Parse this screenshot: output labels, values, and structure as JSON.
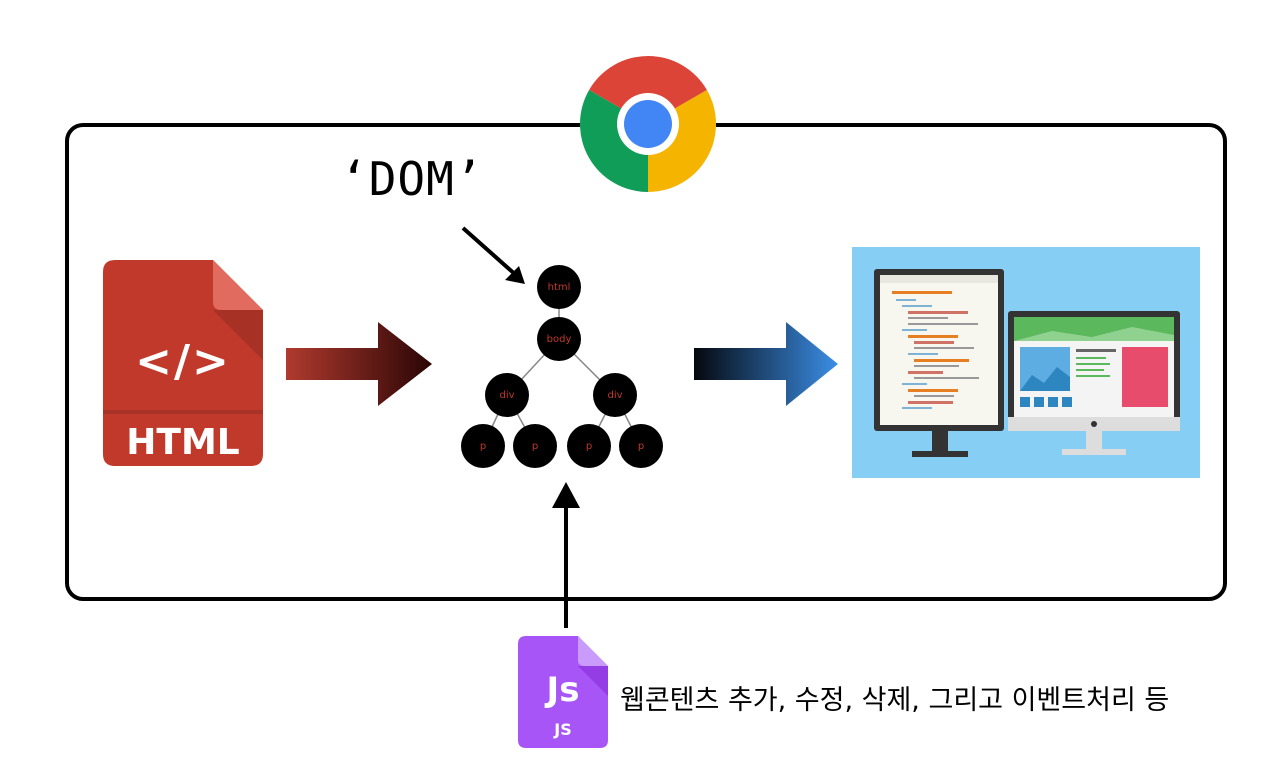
{
  "dom_label": "‘DOM’",
  "html_icon": {
    "glyph": "</>",
    "label": "HTML",
    "color": "#c0392b",
    "dark": "#a93226"
  },
  "dom_tree": {
    "root": "html",
    "body": "body",
    "divs": [
      "div",
      "div"
    ],
    "paragraphs": [
      "p",
      "p",
      "p",
      "p"
    ],
    "node_text_color": "#c0392b"
  },
  "js_icon": {
    "glyph": "Js",
    "label": "JS",
    "color": "#a855f7"
  },
  "caption": "웹콘텐츠 추가, 수정, 삭제, 그리고 이벤트처리 등",
  "colors": {
    "arrow_red": "#a52a2a",
    "arrow_blue": "#3b8ee6",
    "screen_bg": "#87cef5",
    "chrome_red": "#db4437",
    "chrome_green": "#0f9d58",
    "chrome_yellow": "#f4b400",
    "chrome_blue": "#4285f4"
  }
}
